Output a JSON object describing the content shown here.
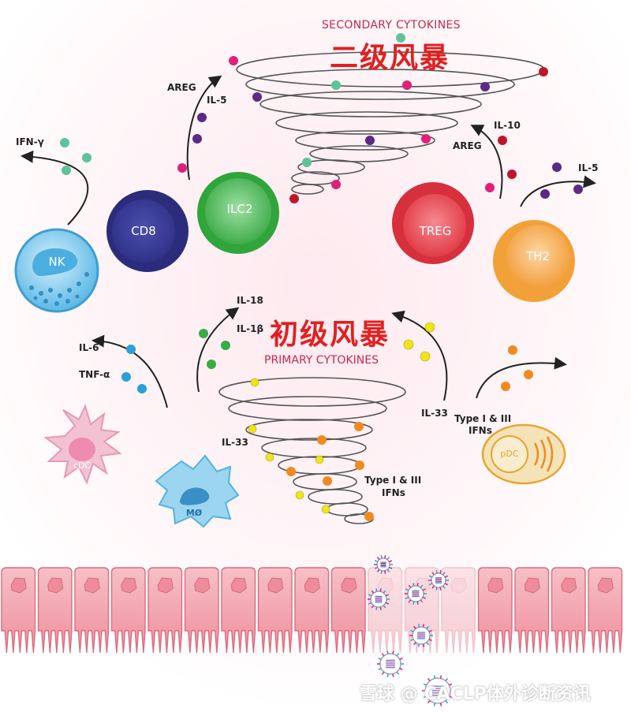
{
  "titles": {
    "secondary_en": "SECONDARY CYTOKINES",
    "secondary_cn": "二级风暴",
    "primary_en": "PRIMARY CYTOKINES",
    "primary_cn": "初级风暴"
  },
  "cells": {
    "nk": "NK",
    "cd8": "CD8",
    "ilc2": "ILC2",
    "treg": "TREG",
    "th2": "TH2",
    "cdc": "cDC",
    "macrophage": "MØ",
    "pdc": "pDC"
  },
  "cytokines": {
    "ifn_gamma": "IFN-γ",
    "areg_left": "AREG",
    "il5_left": "IL-5",
    "il10": "IL-10",
    "areg_right": "AREG",
    "il5_right": "IL-5",
    "il18": "IL-18",
    "il1b": "IL-1β",
    "il6": "IL-6",
    "tnfa": "TNF-α",
    "il33_left": "IL-33",
    "il33_right": "IL-33",
    "type_ifn_pdc_line1": "Type I & III",
    "type_ifn_pdc_line2": "IFNs",
    "type_ifn_funnel_line1": "Type I & III",
    "type_ifn_funnel_line2": "IFNs"
  },
  "colors": {
    "title_red": "#e02020",
    "subtitle_red": "#c8284a",
    "nk": "#5bb8e6",
    "cd8": "#3b3f9a",
    "ilc2": "#3fb54a",
    "treg": "#e8434d",
    "th2": "#f4a340",
    "cdc": "#f2b8cc",
    "macrophage": "#8fd0ee",
    "pdc": "#f6e6bf",
    "epithelium": "#f3b3bb",
    "dot_teal": "#5fc29a",
    "dot_magenta": "#e0207a",
    "dot_purple": "#5a2a86",
    "dot_darkred": "#c0162a",
    "dot_green": "#3aab46",
    "dot_blue": "#2a9fdc",
    "dot_yellow": "#f0e41a",
    "dot_orange": "#f08a1e"
  },
  "watermark": "雪球 @ CACLP体外诊断资讯"
}
